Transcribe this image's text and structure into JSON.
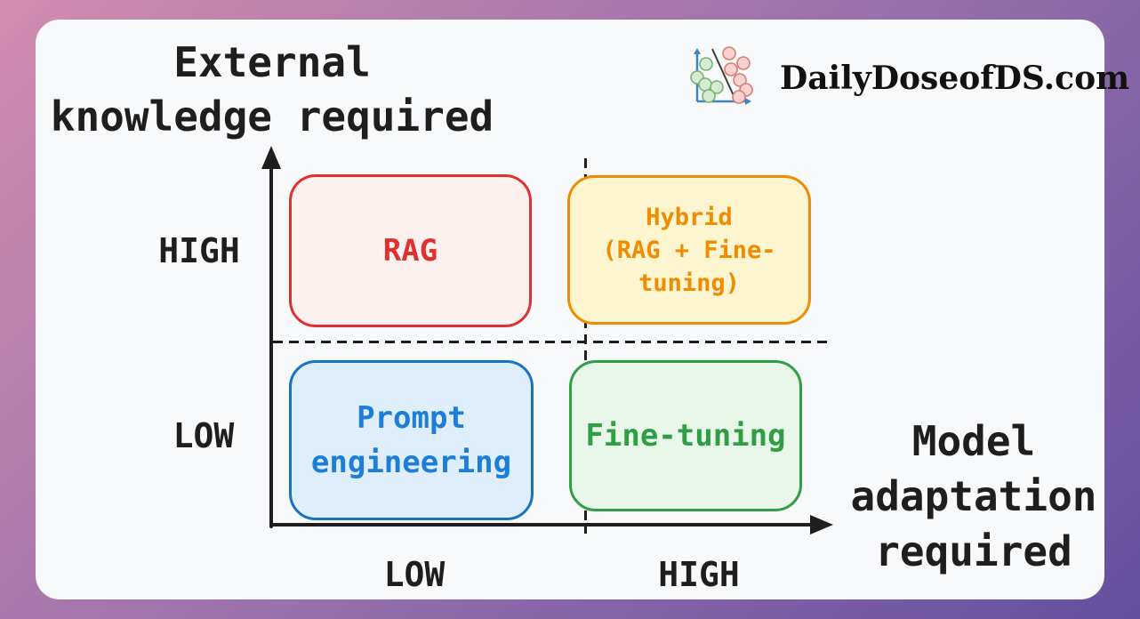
{
  "palette": {
    "gradient_from": "#d28cae",
    "gradient_mid": "#976fab",
    "gradient_to": "#64509f",
    "card_bg": "#f8f9fb",
    "ink": "#1e1e1e",
    "brand_ink": "#111111",
    "icon_axis_blue": "#3a87c8",
    "icon_line": "#3b3b3b",
    "icon_dot_green_fill": "#d5ecd2",
    "icon_dot_green_stroke": "#77b56e",
    "icon_dot_red_fill": "#f7d3cf",
    "icon_dot_red_stroke": "#dc7b72"
  },
  "brand": {
    "text": "DailyDoseofDS.com",
    "icon": "scatter-plot-classifier-icon"
  },
  "axes": {
    "y_title": [
      "External",
      "knowledge required"
    ],
    "x_title": [
      "Model",
      "adaptation",
      "required"
    ],
    "y_labels": {
      "high": "HIGH",
      "low": "LOW"
    },
    "x_labels": {
      "low": "LOW",
      "high": "HIGH"
    }
  },
  "quadrants": {
    "top_left": {
      "lines": [
        "RAG"
      ],
      "stroke": "#e03131",
      "fill": "#fcf1ee",
      "text": "#e03131",
      "x": "LOW",
      "y": "HIGH"
    },
    "top_right": {
      "lines": [
        "Hybrid",
        "(RAG + Fine-",
        "tuning)"
      ],
      "stroke": "#f08c00",
      "fill": "#fdf4d0",
      "text": "#f08c00",
      "x": "HIGH",
      "y": "HIGH"
    },
    "bottom_left": {
      "lines": [
        "Prompt",
        "engineering"
      ],
      "stroke": "#1971c2",
      "fill": "#deeffb",
      "text": "#1c7ed6",
      "x": "LOW",
      "y": "LOW"
    },
    "bottom_right": {
      "lines": [
        "Fine-tuning"
      ],
      "stroke": "#2f9e44",
      "fill": "#e8f7ea",
      "text": "#2f9e44",
      "x": "HIGH",
      "y": "LOW"
    }
  }
}
